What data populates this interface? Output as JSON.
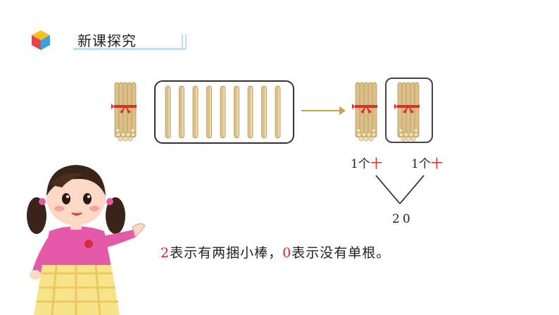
{
  "header": {
    "title": "新课探究",
    "icon": "cube-icon"
  },
  "colors": {
    "stick": "#dcc089",
    "stick_dark": "#b89a5c",
    "tie": "#d83030",
    "accent_red": "#e02020",
    "header_line": "#bfe0ee"
  },
  "labels": {
    "left_count": "1个",
    "left_unit": "十",
    "right_count": "1个",
    "right_unit": "十",
    "result": "20"
  },
  "sentence": {
    "digit1": "2",
    "part1": "表示有两捆小棒，",
    "digit2": "0",
    "part2": "表示没有单根。"
  },
  "single_sticks_count": 9
}
